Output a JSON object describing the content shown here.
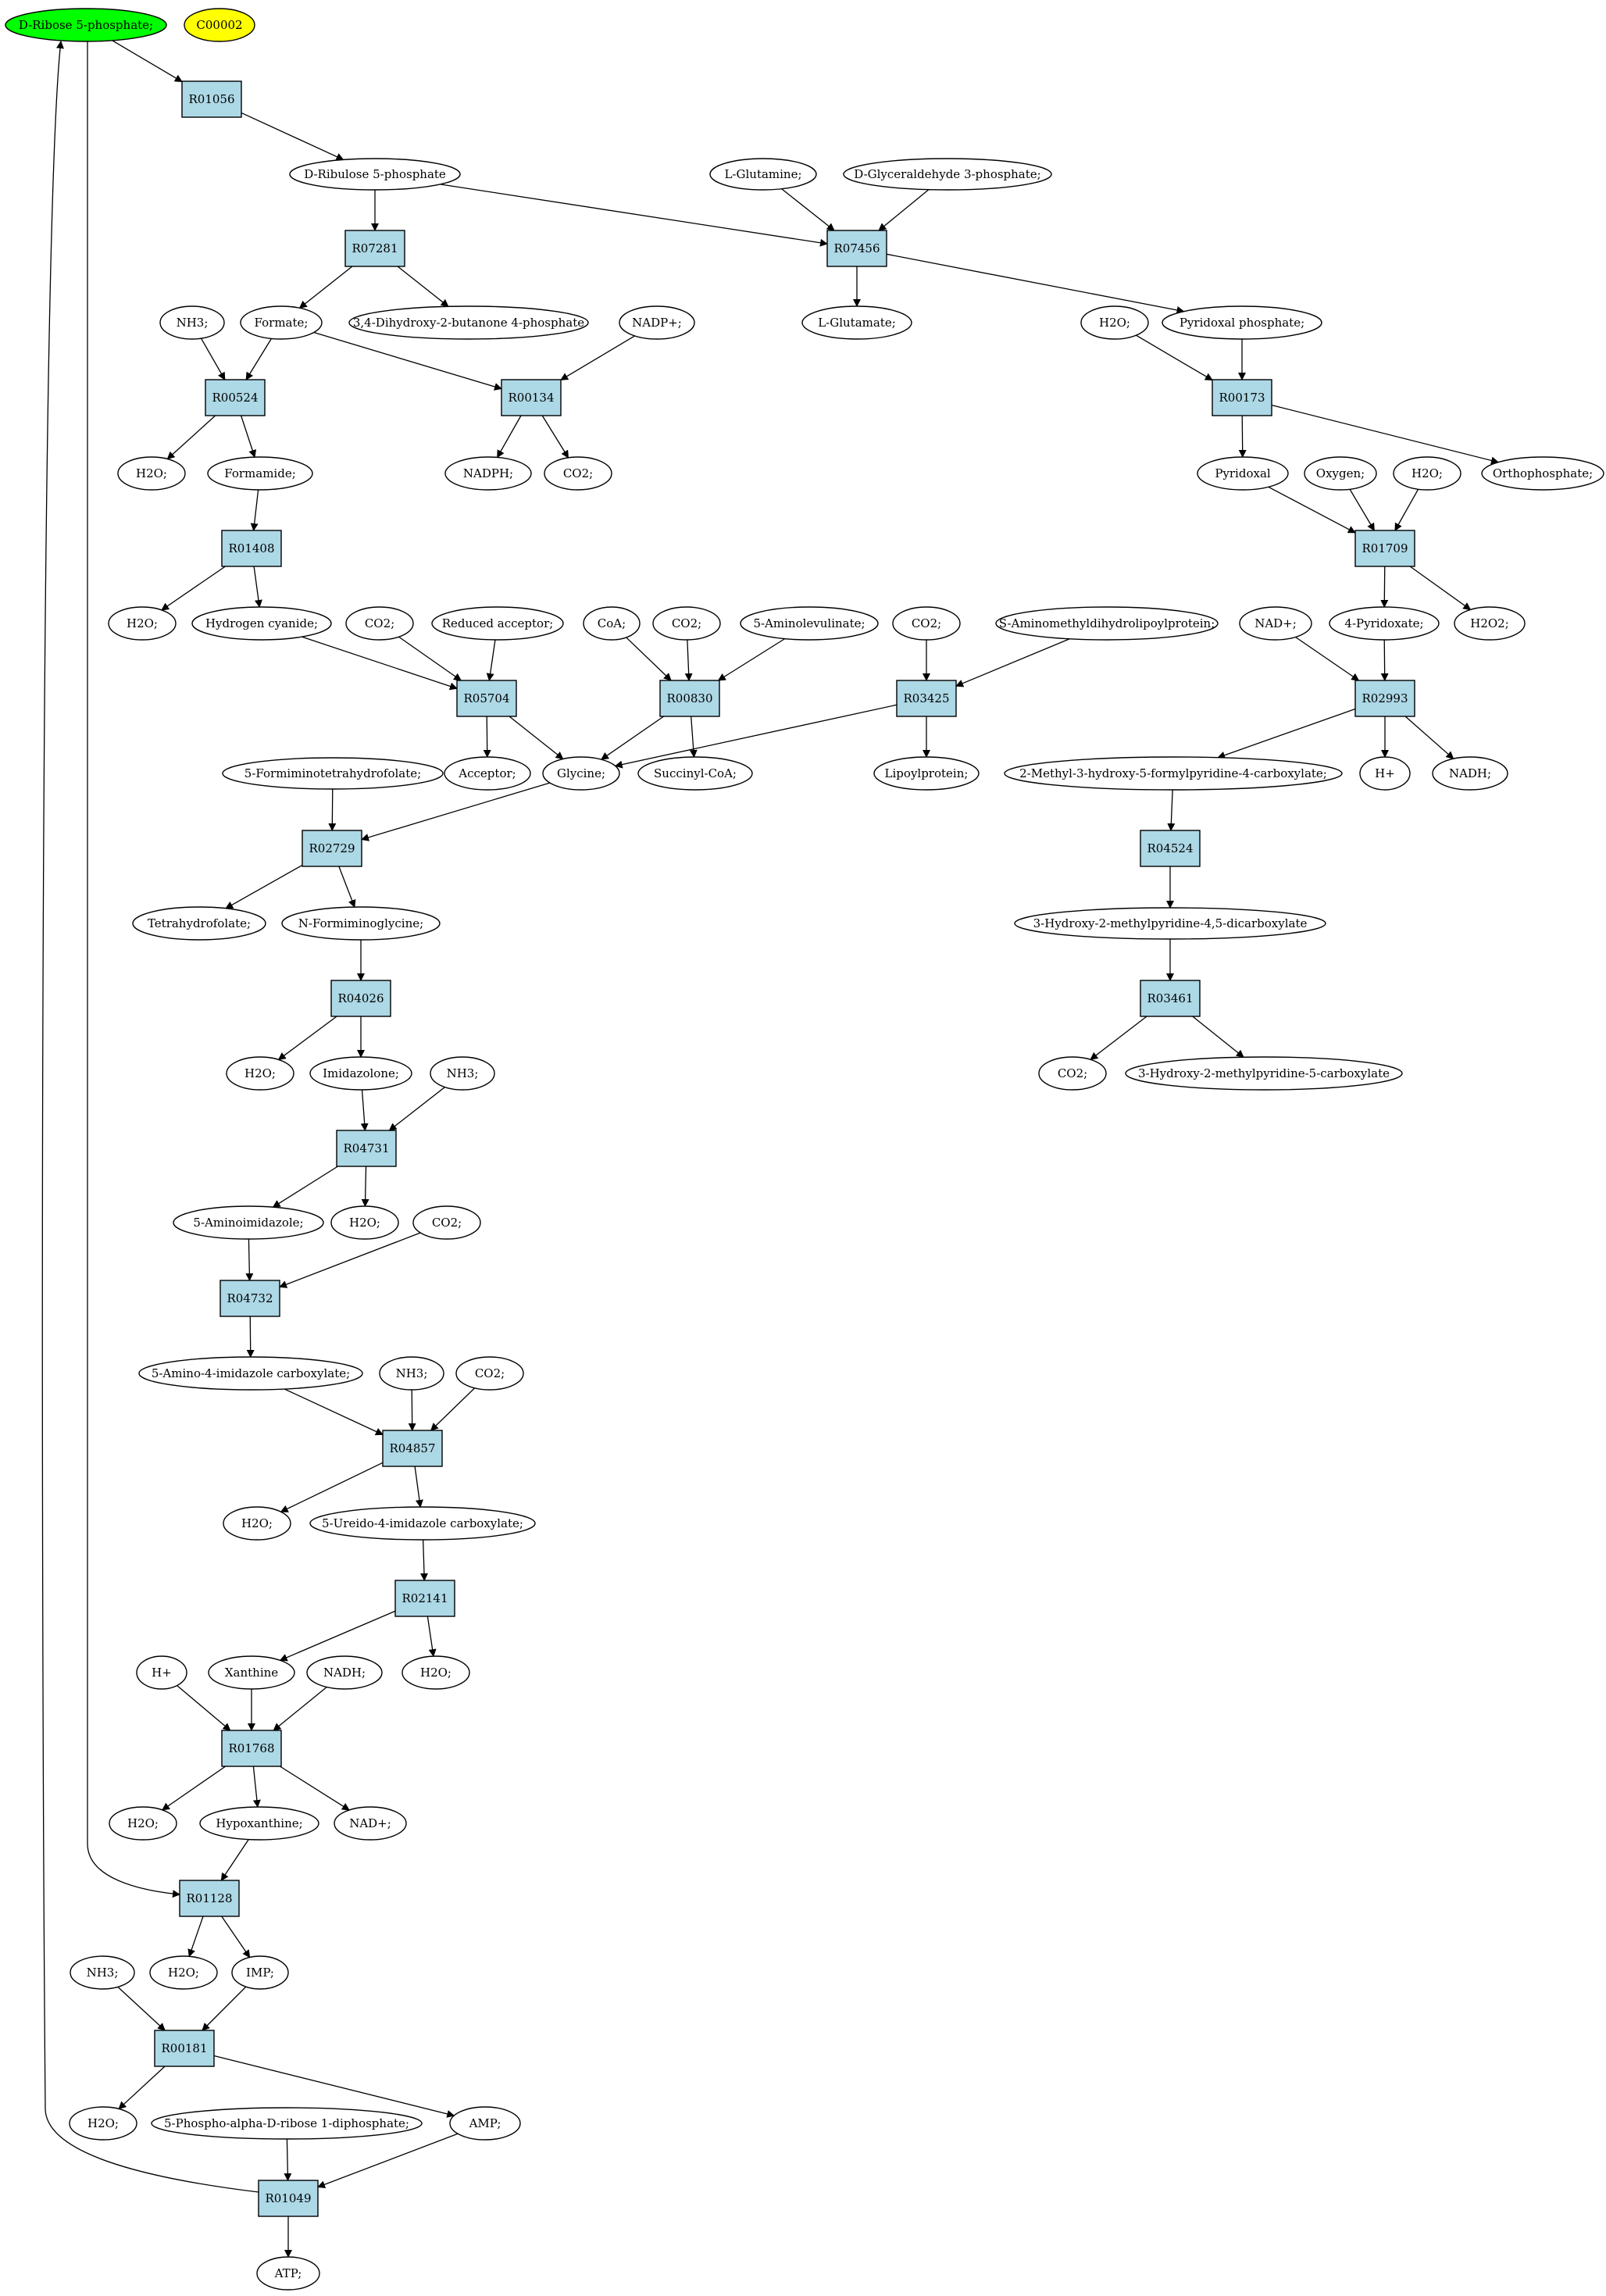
{
  "colors": {
    "reaction_fill": "#add8e6",
    "source_fill": "#00ff00",
    "cofactor_fill": "#ffff00",
    "compound_fill": "#ffffff"
  },
  "compounds": {
    "ribose5p": "D-Ribose 5-phosphate;",
    "c00002": "C00002",
    "ribulose5p": "D-Ribulose 5-phosphate",
    "lglutamine": "L-Glutamine;",
    "dglyceraldehyde3p": "D-Glyceraldehyde 3-phosphate;",
    "formate": "Formate;",
    "dihydroxybutanone": "3,4-Dihydroxy-2-butanone 4-phosphate",
    "lglutamate": "L-Glutamate;",
    "h2o_r173in": "H2O;",
    "pyridoxal_phosphate": "Pyridoxal phosphate;",
    "nh3_r524": "NH3;",
    "nadp": "NADP+;",
    "h2o_r524out": "H2O;",
    "formamide": "Formamide;",
    "nadph": "NADPH;",
    "co2_r134": "CO2;",
    "pyridoxal": "Pyridoxal",
    "oxygen": "Oxygen;",
    "h2o_r1709in": "H2O;",
    "orthophosphate": "Orthophosphate;",
    "h2o_r1408out": "H2O;",
    "hydrogen_cyanide": "Hydrogen cyanide;",
    "co2_r5704": "CO2;",
    "reduced_acceptor": "Reduced acceptor;",
    "coa": "CoA;",
    "co2_r830": "CO2;",
    "aminolevulinate": "5-Aminolevulinate;",
    "co2_r3425": "CO2;",
    "aminomethyldihydrolipoylprotein": "S-Aminomethyldihydrolipoylprotein;",
    "nad_r2993": "NAD+;",
    "pyridoxate": "4-Pyridoxate;",
    "h2o2": "H2O2;",
    "forminotetrahydrofolate": "5-Formiminotetrahydrofolate;",
    "acceptor": "Acceptor;",
    "glycine": "Glycine;",
    "succinylcoa": "Succinyl-CoA;",
    "lipoylprotein": "Lipoylprotein;",
    "methylhydroxyformyl": "2-Methyl-3-hydroxy-5-formylpyridine-4-carboxylate;",
    "hplus_r2993": "H+",
    "nadh_r2993": "NADH;",
    "tetrahydrofolate": "Tetrahydrofolate;",
    "nforminoglycine": "N-Formiminoglycine;",
    "hydroxymethyldicarboxylate": "3-Hydroxy-2-methylpyridine-4,5-dicarboxylate",
    "h2o_r4026out": "H2O;",
    "imidazolone": "Imidazolone;",
    "nh3_r4731": "NH3;",
    "co2_r3461": "CO2;",
    "hydroxymethylcarboxylate": "3-Hydroxy-2-methylpyridine-5-carboxylate",
    "aminoimidazole": "5-Aminoimidazole;",
    "h2o_r4731out": "H2O;",
    "co2_r4732": "CO2;",
    "aminoimidazolecarboxylate": "5-Amino-4-imidazole carboxylate;",
    "nh3_r4857": "NH3;",
    "co2_r4857": "CO2;",
    "h2o_r4857out": "H2O;",
    "ureidoimidazole": "5-Ureido-4-imidazole carboxylate;",
    "hplus_r1768": "H+",
    "xanthine": "Xanthine",
    "nadh_r1768": "NADH;",
    "h2o_r2141out": "H2O;",
    "h2o_r1768out": "H2O;",
    "hypoxanthine": "Hypoxanthine;",
    "nad_r1768out": "NAD+;",
    "nh3_r181": "NH3;",
    "h2o_r1128out": "H2O;",
    "imp": "IMP;",
    "h2o_r181out": "H2O;",
    "prpp": "5-Phospho-alpha-D-ribose 1-diphosphate;",
    "amp": "AMP;",
    "atp": "ATP;"
  },
  "reactions": {
    "r01056": "R01056",
    "r07281": "R07281",
    "r07456": "R07456",
    "r00524": "R00524",
    "r00134": "R00134",
    "r00173": "R00173",
    "r01408": "R01408",
    "r01709": "R01709",
    "r05704": "R05704",
    "r00830": "R00830",
    "r03425": "R03425",
    "r02993": "R02993",
    "r02729": "R02729",
    "r04524": "R04524",
    "r04026": "R04026",
    "r03461": "R03461",
    "r04731": "R04731",
    "r04732": "R04732",
    "r04857": "R04857",
    "r02141": "R02141",
    "r01768": "R01768",
    "r01128": "R01128",
    "r00181": "R00181",
    "r01049": "R01049"
  }
}
